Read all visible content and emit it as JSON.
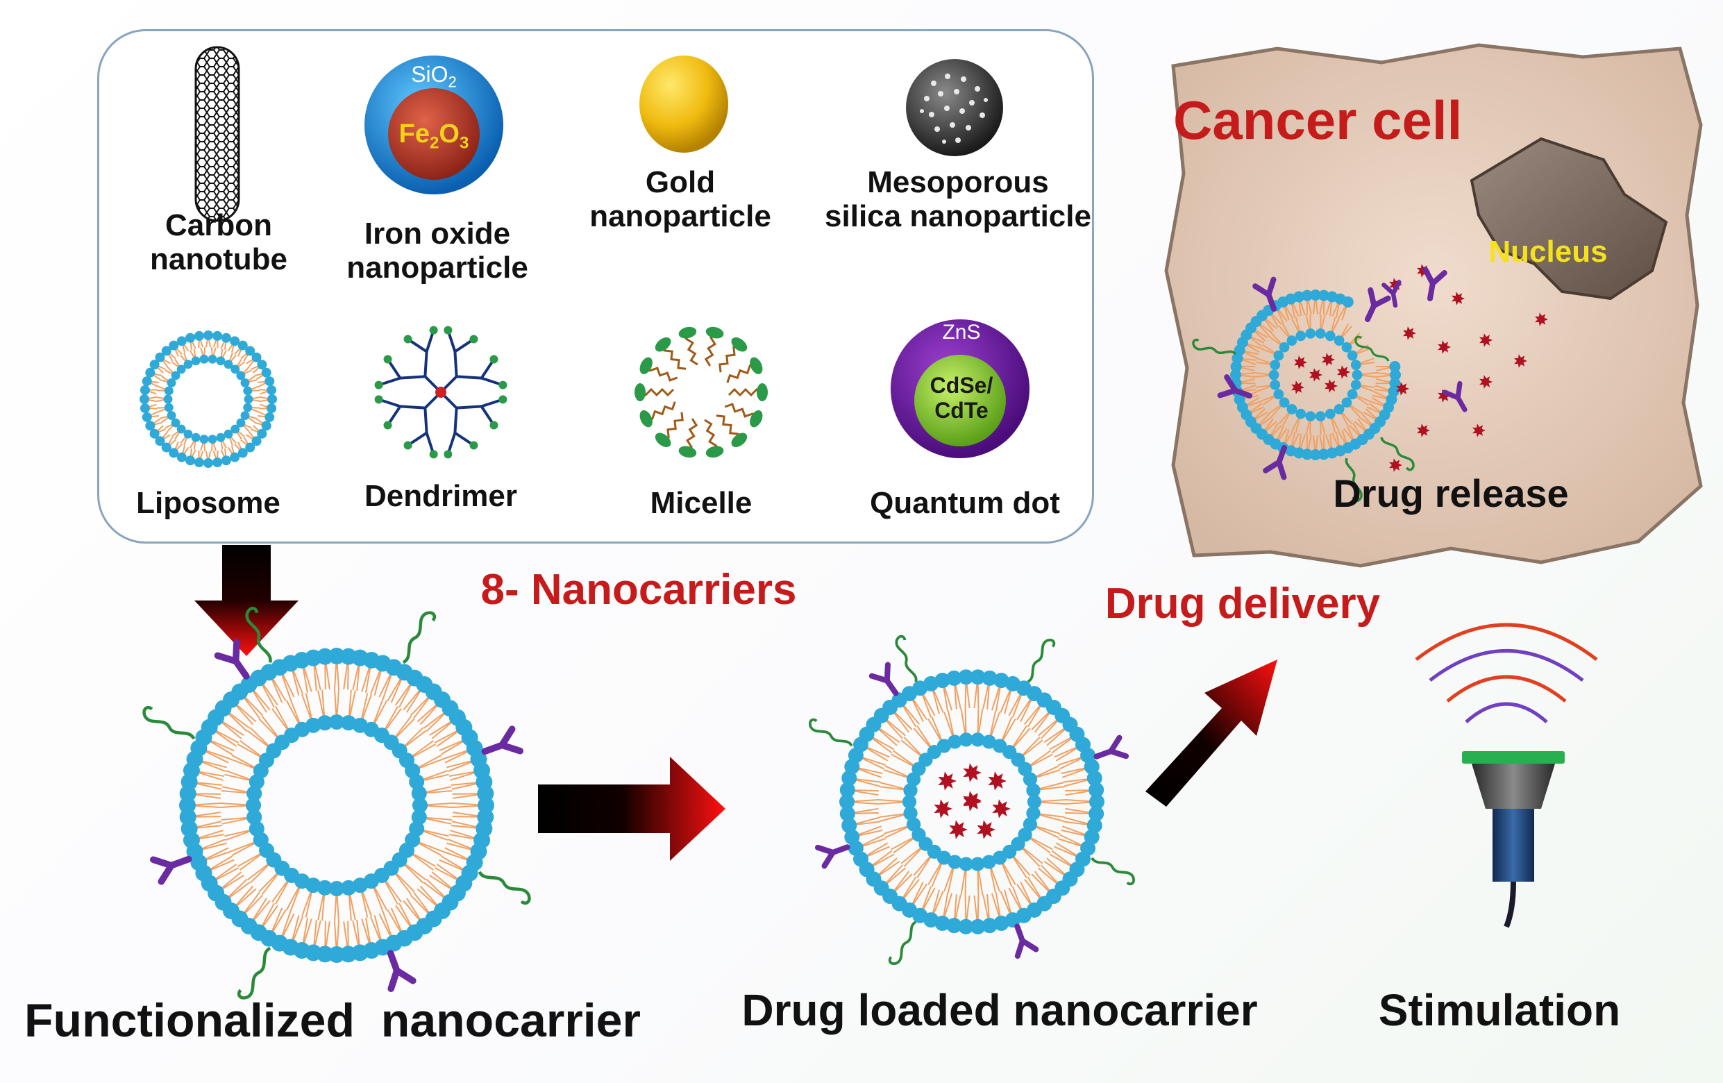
{
  "nanocarriers": {
    "carbon_nanotube": "Carbon\nnanotube",
    "iron_oxide": "Iron oxide\nnanoparticle",
    "iron_oxide_shell": "SiO",
    "iron_oxide_shell_sub": "2",
    "iron_oxide_core_a": "Fe",
    "iron_oxide_core_sub1": "2",
    "iron_oxide_core_b": "O",
    "iron_oxide_core_sub2": "3",
    "gold": "Gold\nnanoparticle",
    "silica": "Mesoporous\nsilica nanoparticle",
    "liposome": "Liposome",
    "dendrimer": "Dendrimer",
    "micelle": "Micelle",
    "quantum_dot": "Quantum dot",
    "qd_shell": "ZnS",
    "qd_core_1": "CdSe/",
    "qd_core_2": "CdTe"
  },
  "section_title": "8- Nanocarriers",
  "cell": {
    "title": "Cancer cell",
    "nucleus": "Nucleus",
    "release": "Drug release"
  },
  "flow": {
    "functionalized": "Functionalized  nanocarrier",
    "drug_loaded": "Drug loaded nanocarrier",
    "delivery": "Drug delivery",
    "stimulation": "Stimulation"
  },
  "colors": {
    "title_red": "#c51b1b",
    "lipid_head": "#2fa9d8",
    "lipid_tail": "#f0a060",
    "antibody": "#6a2aa0",
    "ligand": "#2a8a3a",
    "drug": "#b01020",
    "nucleus_label": "#f5e11d"
  }
}
